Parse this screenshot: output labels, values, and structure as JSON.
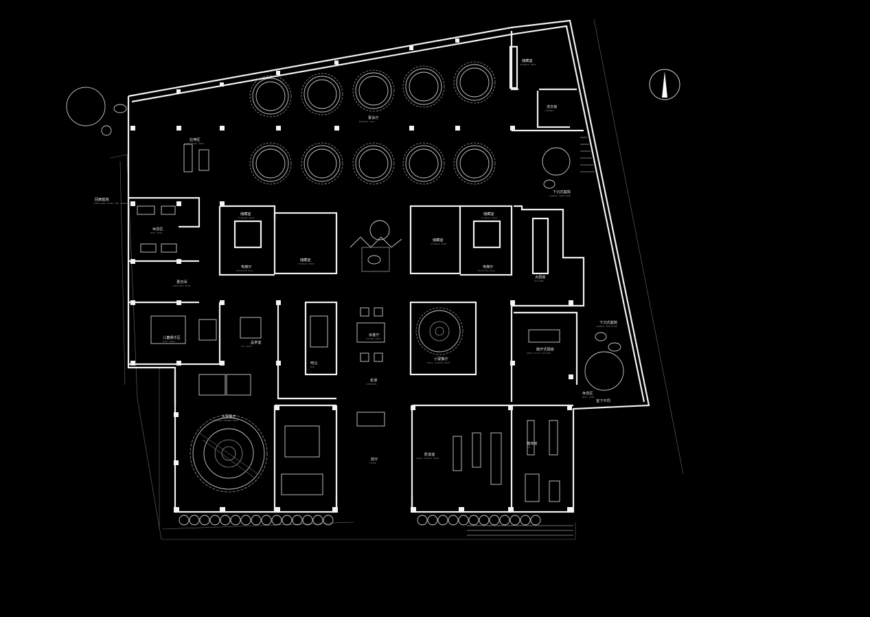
{
  "plan": {
    "background": "#000000",
    "line_color": "#f2f2f2",
    "north_arrow_icon": "north-arrow-icon",
    "rooms": [
      {
        "id": "banquet-hall",
        "label": "宴会厅",
        "sub": "BANQUET HALL"
      },
      {
        "id": "storage-top-right",
        "label": "储藏室",
        "sub": "STORAGE ROOM"
      },
      {
        "id": "wash-room",
        "label": "洗衣房",
        "sub": "LAUNDRY"
      },
      {
        "id": "sunken-garden-top",
        "label": "下沉式庭院",
        "sub": "SUNKEN COURTYARD"
      },
      {
        "id": "stretching-area",
        "label": "拉伸区",
        "sub": "STRETCHING AREA"
      },
      {
        "id": "corridor-garden",
        "label": "回廊庭院",
        "sub": "COURTYARD ALONG THE CORRIDOR"
      },
      {
        "id": "rest-area",
        "label": "休息区",
        "sub": "REST AREA"
      },
      {
        "id": "storage-left",
        "label": "储藏室",
        "sub": "STORAGE ROOM"
      },
      {
        "id": "elevator-hall-left",
        "label": "电梯厅",
        "sub": "ELEVATOR HALL"
      },
      {
        "id": "storage-mid-left",
        "label": "储藏室",
        "sub": "STORAGE ROOM"
      },
      {
        "id": "storage-mid-right",
        "label": "储藏室",
        "sub": "STORAGE ROOM"
      },
      {
        "id": "storage-right",
        "label": "储藏室",
        "sub": "STORAGE ROOM"
      },
      {
        "id": "elevator-hall-right",
        "label": "电梯厅",
        "sub": "ELEVATOR HALL"
      },
      {
        "id": "kitchen",
        "label": "大厨房",
        "sub": "KITCHEN"
      },
      {
        "id": "dressing",
        "label": "更衣间",
        "sub": "DRESSING ROOM"
      },
      {
        "id": "kids-play",
        "label": "儿童娱乐区",
        "sub": "PLAY AREA"
      },
      {
        "id": "tea-room",
        "label": "品茶室",
        "sub": "TEA ROOM"
      },
      {
        "id": "bar",
        "label": "吧台",
        "sub": "BAR"
      },
      {
        "id": "meeting-hall",
        "label": "会客厅",
        "sub": "LIVING ROOM"
      },
      {
        "id": "small-dining",
        "label": "小宴餐厅",
        "sub": "SMALL DINING ROOM"
      },
      {
        "id": "sunken-garden-right",
        "label": "下沉式庭院",
        "sub": "SUNKEN COURTYARD"
      },
      {
        "id": "open-kitchen",
        "label": "敞开式厨房",
        "sub": "OPEN STYLE KITCHEN"
      },
      {
        "id": "corridor",
        "label": "走道",
        "sub": "CORRIDOR"
      },
      {
        "id": "big-dining",
        "label": "大宴餐厅",
        "sub": "BANQUET DINING ROOM"
      },
      {
        "id": "lobby",
        "label": "前厅",
        "sub": "FOYER"
      },
      {
        "id": "cinema",
        "label": "影音室",
        "sub": "AUDIO VISUAL ROOM"
      },
      {
        "id": "gym",
        "label": "健身房",
        "sub": "GYM"
      },
      {
        "id": "rest-area-right",
        "label": "休息区",
        "sub": "REST AREA"
      },
      {
        "id": "basement-note",
        "label": "室下不同",
        "sub": ""
      }
    ]
  }
}
